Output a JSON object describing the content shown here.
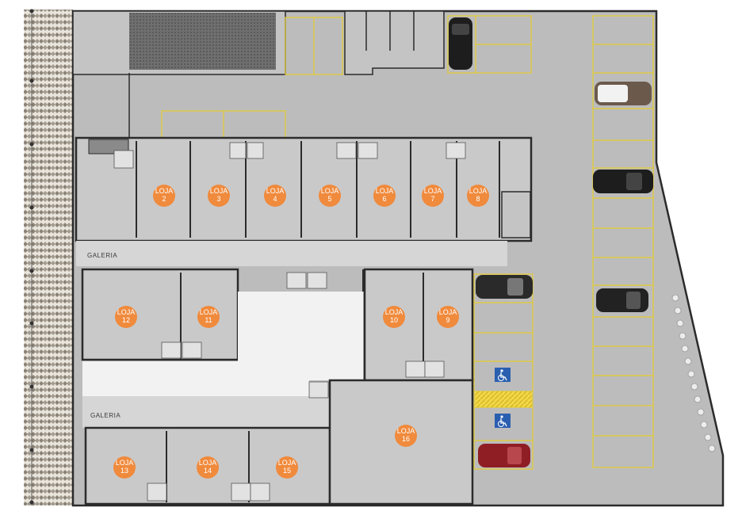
{
  "plan": {
    "corridor_label": "GALERIA",
    "shop_word": "LOJA",
    "shops": [
      {
        "number": "2"
      },
      {
        "number": "3"
      },
      {
        "number": "4"
      },
      {
        "number": "5"
      },
      {
        "number": "6"
      },
      {
        "number": "7"
      },
      {
        "number": "8"
      },
      {
        "number": "12"
      },
      {
        "number": "11"
      },
      {
        "number": "10"
      },
      {
        "number": "9"
      },
      {
        "number": "13"
      },
      {
        "number": "14"
      },
      {
        "number": "15"
      },
      {
        "number": "16"
      }
    ],
    "colors": {
      "badge": "#f08a3c",
      "floor": "#c9c9c9",
      "parking": "#bcbcbc",
      "wall": "#2b2b2b",
      "parking_line": "#e6cc2e",
      "accessible_sign": "#2a5fb0",
      "void": "#f2f2f2"
    },
    "icons": [
      "accessible-parking-icon",
      "car-icon"
    ]
  }
}
